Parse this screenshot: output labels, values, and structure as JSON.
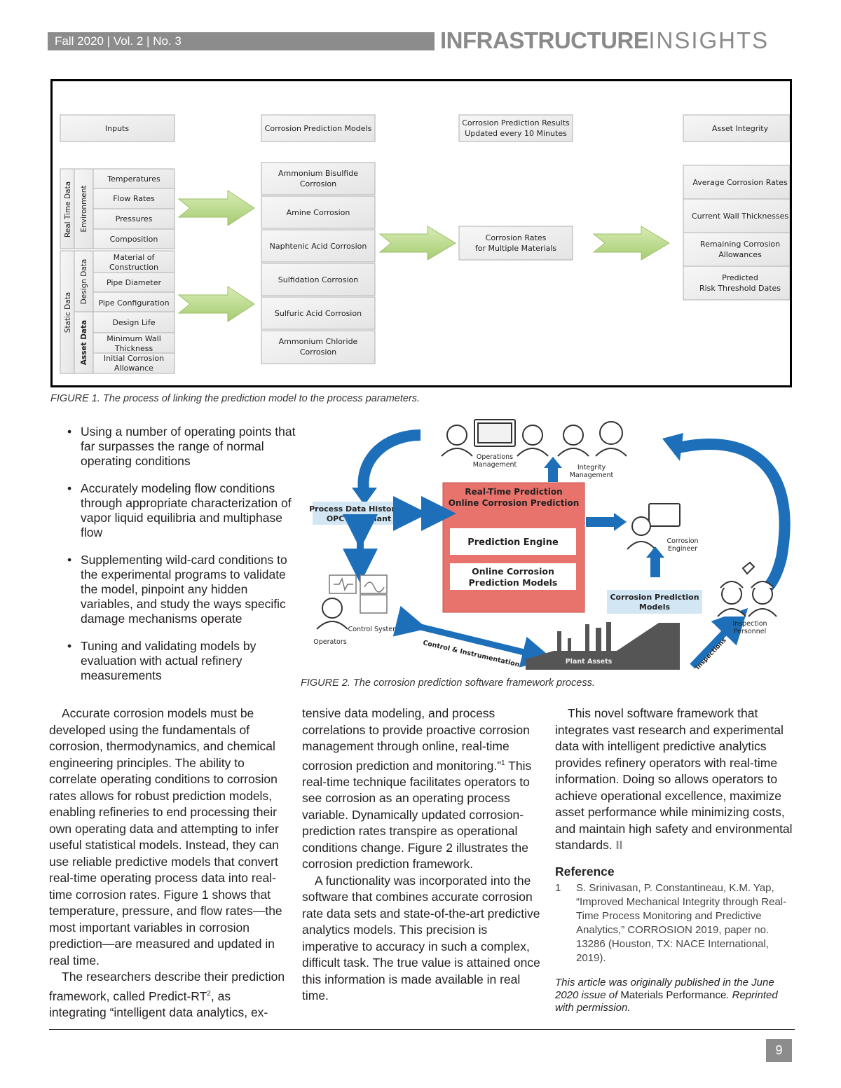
{
  "header": {
    "issue": "Fall 2020 | Vol. 2 | No. 3",
    "title_bold": "INFRASTRUCTURE",
    "title_light": "INSIGHTS"
  },
  "figure1": {
    "headers": {
      "inputs": "Inputs",
      "models": "Corrosion Prediction Models",
      "results_line1": "Corrosion Prediction Results",
      "results_line2": "Updated every 10 Minutes",
      "asset": "Asset Integrity"
    },
    "vertical_labels": {
      "real_time": "Real Time Data",
      "environment": "Environment",
      "static": "Static Data",
      "design": "Design Data",
      "asset_data": "Asset Data"
    },
    "inputs": {
      "temperatures": "Temperatures",
      "flow_rates": "Flow Rates",
      "pressures": "Pressures",
      "composition": "Composition",
      "material_1": "Material of",
      "material_2": "Construction",
      "pipe_diameter": "Pipe Diameter",
      "pipe_configuration": "Pipe Configuration",
      "design_life": "Design Life",
      "min_wall_1": "Minimum Wall",
      "min_wall_2": "Thickness",
      "initial_1": "Initial Corrosion",
      "initial_2": "Allowance"
    },
    "models": {
      "m1_1": "Ammonium Bisulfide",
      "m1_2": "Corrosion",
      "m2": "Amine Corrosion",
      "m3": "Naphtenic Acid Corrosion",
      "m4": "Sulfidation Corrosion",
      "m5": "Sulfuric Acid Corrosion",
      "m6_1": "Ammonium Chloride",
      "m6_2": "Corrosion"
    },
    "rates_1": "Corrosion Rates",
    "rates_2": "for Multiple Materials",
    "outputs": {
      "o1": "Average Corrosion Rates",
      "o2": "Current Wall Thicknesses",
      "o3_1": "Remaining Corrosion",
      "o3_2": "Allowances",
      "o4_1": "Predicted",
      "o4_2": "Risk Threshold Dates"
    },
    "caption": "FIGURE 1. The process of linking the prediction model to the process parameters."
  },
  "bullets": [
    "Using a number of operating points that far surpasses the range of normal operating conditions",
    "Accurately modeling flow conditions through appropriate characterization of vapor liquid equilibria and multiphase flow",
    "Supplementing wild-card conditions to the experimental programs to validate the model, pinpoint any hidden variables, and study the ways specific damage mechanisms operate",
    "Tuning and validating models by evaluation with actual refinery measurements"
  ],
  "figure2": {
    "ops_mgmt_1": "Operations",
    "ops_mgmt_2": "Management",
    "integrity_1": "Integrity",
    "integrity_2": "Management",
    "rtp_1": "Real-Time Prediction",
    "rtp_2": "Online Corrosion Prediction",
    "engine": "Prediction Engine",
    "models_1": "Online Corrosion",
    "models_2": "Prediction Models",
    "historian_1": "Process Data Historian",
    "historian_2": "OPC Compliant",
    "engineer_1": "Corrosion",
    "engineer_2": "Engineer",
    "cpm_1": "Corrosion Prediction",
    "cpm_2": "Models",
    "control_system": "Control System",
    "operators": "Operators",
    "control_instr": "Control & Instrumentation",
    "plant_assets": "Plant Assets",
    "inspections": "Inspections",
    "inspection_1": "Inspection",
    "inspection_2": "Personnel",
    "caption": "FIGURE 2. The corrosion prediction software framework process."
  },
  "body": {
    "col1_p1": "Accurate corrosion models must be developed using the fundamentals of corrosion, thermodynamics, and chemical engineering principles. The ability to correlate operating conditions to corrosion rates allows for robust prediction models, enabling refineries to end processing their own operating data and attempting to infer useful statistical models. Instead, they can use reliable predictive models that convert real-time operating process data into real-time corrosion rates. Figure 1 shows that temperature, pressure, and flow rates—the most important variables in corrosion prediction—are measured and updated in real time.",
    "col1_p2": "The researchers describe their prediction framework, called Predict-RT",
    "col1_p2_sup": "2",
    "col1_p2_end": ", as integrating “intelligent data analytics, ex-",
    "col2_p1": "tensive data modeling, and process correlations to provide proactive corrosion management through online, real-time corrosion prediction and monitoring.”",
    "col2_p1_sup": "1",
    "col2_p1_end": " This real-time technique facilitates operators to see corrosion as an operating process variable. Dynamically updated corrosion-prediction rates transpire as operational conditions change. Figure 2 illustrates the corrosion prediction framework.",
    "col2_p2": "A functionality was incorporated into the software that combines accurate corrosion rate data sets and state-of-the-art predictive analytics models. This precision is imperative to accuracy in such a complex, difficult task. The true value is attained once this information is made available in real time.",
    "col3_p1": "This novel software framework that integrates vast research and experimental data with intelligent predictive analytics provides refinery operators with real-time information. Doing so allows operators to achieve operational excellence, maximize asset performance while minimizing costs, and maintain high safety and environmental standards.",
    "end_mark": "II",
    "ref_heading": "Reference",
    "ref_num": "1",
    "ref_text": "S. Srinivasan, P. Constantineau, K.M. Yap, “Improved Mechanical Integrity through Real-Time Process Monitoring and Predictive Analytics,” CORROSION 2019, paper no. 13286 (Houston, TX: NACE International, 2019).",
    "note_1": "This article was originally published in the June 2020 issue of ",
    "note_mag": "Materials Performance",
    "note_2": ". Reprinted with permission."
  },
  "page_number": "9"
}
